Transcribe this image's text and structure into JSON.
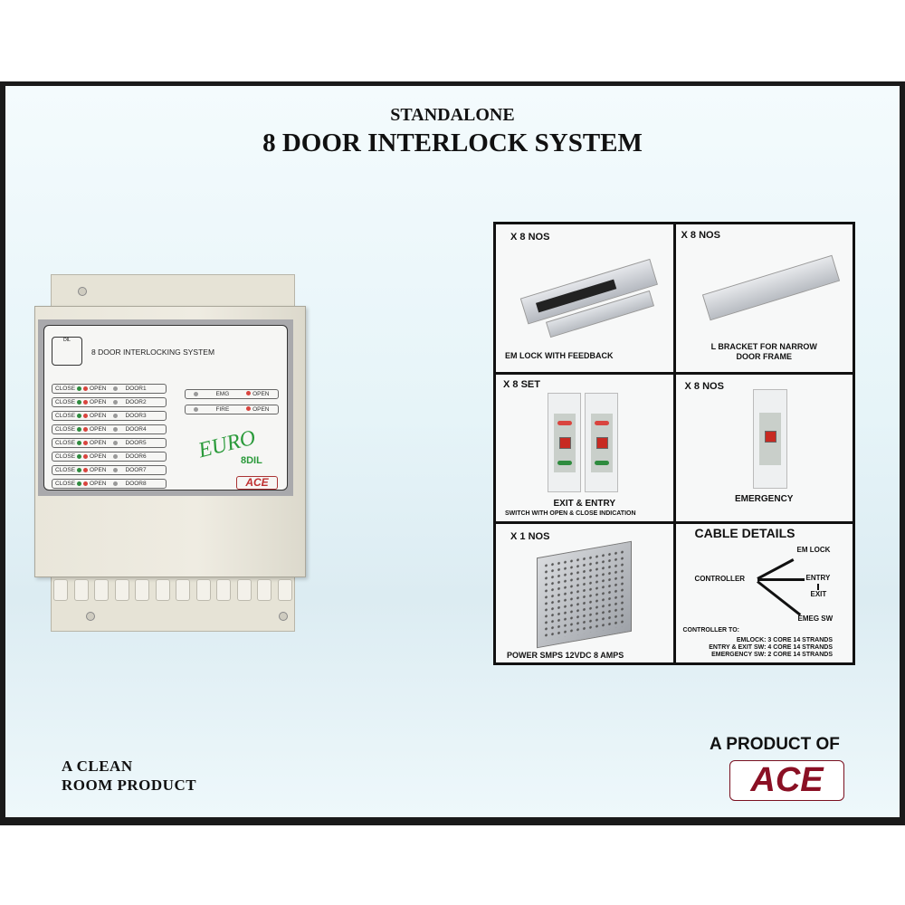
{
  "header": {
    "line1": "STANDALONE",
    "line2": "8 DOOR INTERLOCK SYSTEM"
  },
  "device": {
    "label_title": "8 DOOR INTERLOCKING SYSTEM",
    "logo_text": "DIL",
    "doors": [
      {
        "close": "CLOSE",
        "open": "OPEN",
        "door": "DOOR1"
      },
      {
        "close": "CLOSE",
        "open": "OPEN",
        "door": "DOOR2"
      },
      {
        "close": "CLOSE",
        "open": "OPEN",
        "door": "DOOR3"
      },
      {
        "close": "CLOSE",
        "open": "OPEN",
        "door": "DOOR4"
      },
      {
        "close": "CLOSE",
        "open": "OPEN",
        "door": "DOOR5"
      },
      {
        "close": "CLOSE",
        "open": "OPEN",
        "door": "DOOR6"
      },
      {
        "close": "CLOSE",
        "open": "OPEN",
        "door": "DOOR7"
      },
      {
        "close": "CLOSE",
        "open": "OPEN",
        "door": "DOOR8"
      }
    ],
    "side": [
      {
        "name": "EMG",
        "open": "OPEN"
      },
      {
        "name": "FIRE",
        "open": "OPEN"
      }
    ],
    "model_script": "EURO",
    "model": "8DIL",
    "brand": "ACE"
  },
  "grid": {
    "cells": [
      {
        "qty": "X 8 NOS",
        "caption": "EM LOCK WITH FEEDBACK"
      },
      {
        "qty": "X 8 NOS",
        "caption": "L BRACKET FOR NARROW",
        "caption2": "DOOR FRAME"
      },
      {
        "qty": "X 8 SET",
        "caption": "EXIT & ENTRY",
        "caption2": "SWITCH WITH OPEN & CLOSE INDICATION"
      },
      {
        "qty": "X 8 NOS",
        "caption": "EMERGENCY"
      },
      {
        "qty": "X 1 NOS",
        "caption": "POWER SMPS 12VDC 8 AMPS"
      }
    ],
    "cable": {
      "title": "CABLE DETAILS",
      "controller": "CONTROLLER",
      "em_lock": "EM LOCK",
      "entry": "ENTRY",
      "exit": "EXIT",
      "emeg_sw": "EMEG SW",
      "to": "CONTROLLER TO:",
      "specs": [
        "EMLOCK: 3 CORE 14 STRANDS",
        "ENTRY & EXIT SW: 4 CORE 14 STRANDS",
        "EMERGENCY SW: 2 CORE 14 STRANDS"
      ]
    }
  },
  "footer": {
    "clean1": "A CLEAN",
    "clean2": "ROOM PRODUCT",
    "product_of": "A PRODUCT OF",
    "brand": "ACE"
  },
  "colors": {
    "frame": "#1a1a1a",
    "brand_red": "#8a1024",
    "euro_green": "#2a9a3a"
  }
}
